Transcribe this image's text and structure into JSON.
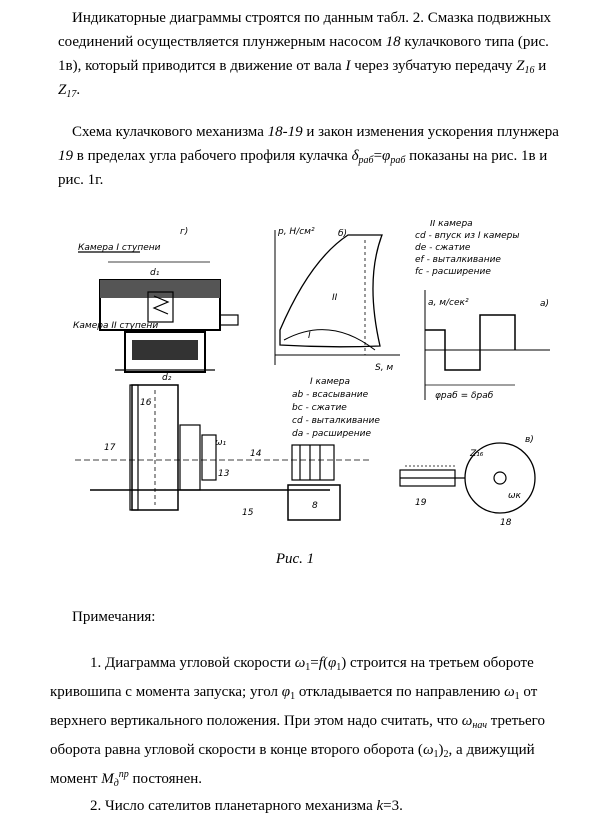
{
  "para1": {
    "s1": "Индикаторные диаграммы строятся по данным табл. 2. Смазка подвижных соединений осуществляется плунжерным насосом ",
    "n18": "18",
    "s2": " кулачкового типа (рис. 1в), который приводится в движение от вала ",
    "shaft": "I",
    "s3": " через зубчатую передачу ",
    "z16": "Z",
    "z16sub": "16",
    "and": " и ",
    "z17": "Z",
    "z17sub": "17",
    "end": "."
  },
  "para2": {
    "s1": "Схема кулачкового механизма ",
    "n1819": "18-19",
    "s2": " и закон изменения ускорения плунжера ",
    "n19": "19",
    "s3": " в пределах угла рабочего профиля кулачка ",
    "delta": "δ",
    "delta_sub": "раб",
    "eq": "=",
    "phi": "φ",
    "phi_sub": "раб",
    "s4": " показаны на рис. 1в и рис. 1г."
  },
  "figure": {
    "labels": {
      "g": "г)",
      "b": "б)",
      "a": "а)",
      "v": "в)",
      "chamber1": "Камера I ступени",
      "chamber2": "Камера II ступени",
      "d1": "d₁",
      "d2": "d₂",
      "p_axis": "p, H/см²",
      "s_axis": "S, м",
      "legend_b_title": "II камера",
      "legend_b_1": "cd - впуск из I камеры",
      "legend_b_2": "de - сжатие",
      "legend_b_3": "ef - выталкивание",
      "legend_b_4": "fc - расширение",
      "legend_a_title": "I камера",
      "legend_a_1": "ab - всасывание",
      "legend_a_2": "bc - сжатие",
      "legend_a_3": "cd - выталкивание",
      "legend_a_4": "da - расширение",
      "accel_axis": "a, м/сек²",
      "phi_rab": "φраб = δраб",
      "n16": "16",
      "n17": "17",
      "n15": "15",
      "n13": "13",
      "n14": "14",
      "n8": "8",
      "n19": "19",
      "n18": "18",
      "omega1": "ω₁",
      "omegak": "ωк",
      "z16": "Z₁₆"
    }
  },
  "caption": "Рис. 1",
  "notes_title": "Примечания:",
  "item1": {
    "num": "1.",
    "s1": " Диаграмма угловой скорости ",
    "w": "ω",
    "w_sub": "1",
    "eq": "=",
    "f": "f",
    "lp": "(",
    "phi": "φ",
    "phi_sub": "1",
    "rp": ")",
    "s2": " строится на третьем обороте кривошипа с момента запуска; угол ",
    "phi2": "φ",
    "phi2_sub": "1",
    "s3": " откладывается по направлению ",
    "w2": "ω",
    "w2_sub": "1",
    "s4": " от верхнего вертикального положения. При этом надо считать, что ",
    "wn": "ω",
    "wn_sub": "нач",
    "s5": " третьего оборота равна угловой скорости в конце второго оборота (",
    "w3": "ω",
    "w3_sub": "1",
    "w3_close": ")",
    "w3_sub2": "2",
    "s6": ", а движущий момент ",
    "M": "M",
    "M_sub": "д",
    "M_sup": "пр",
    "s7": " постоянен."
  },
  "item2": {
    "num": "2.",
    "s1": " Число сателитов планетарного механизма ",
    "k": "k",
    "eq": "=3."
  }
}
